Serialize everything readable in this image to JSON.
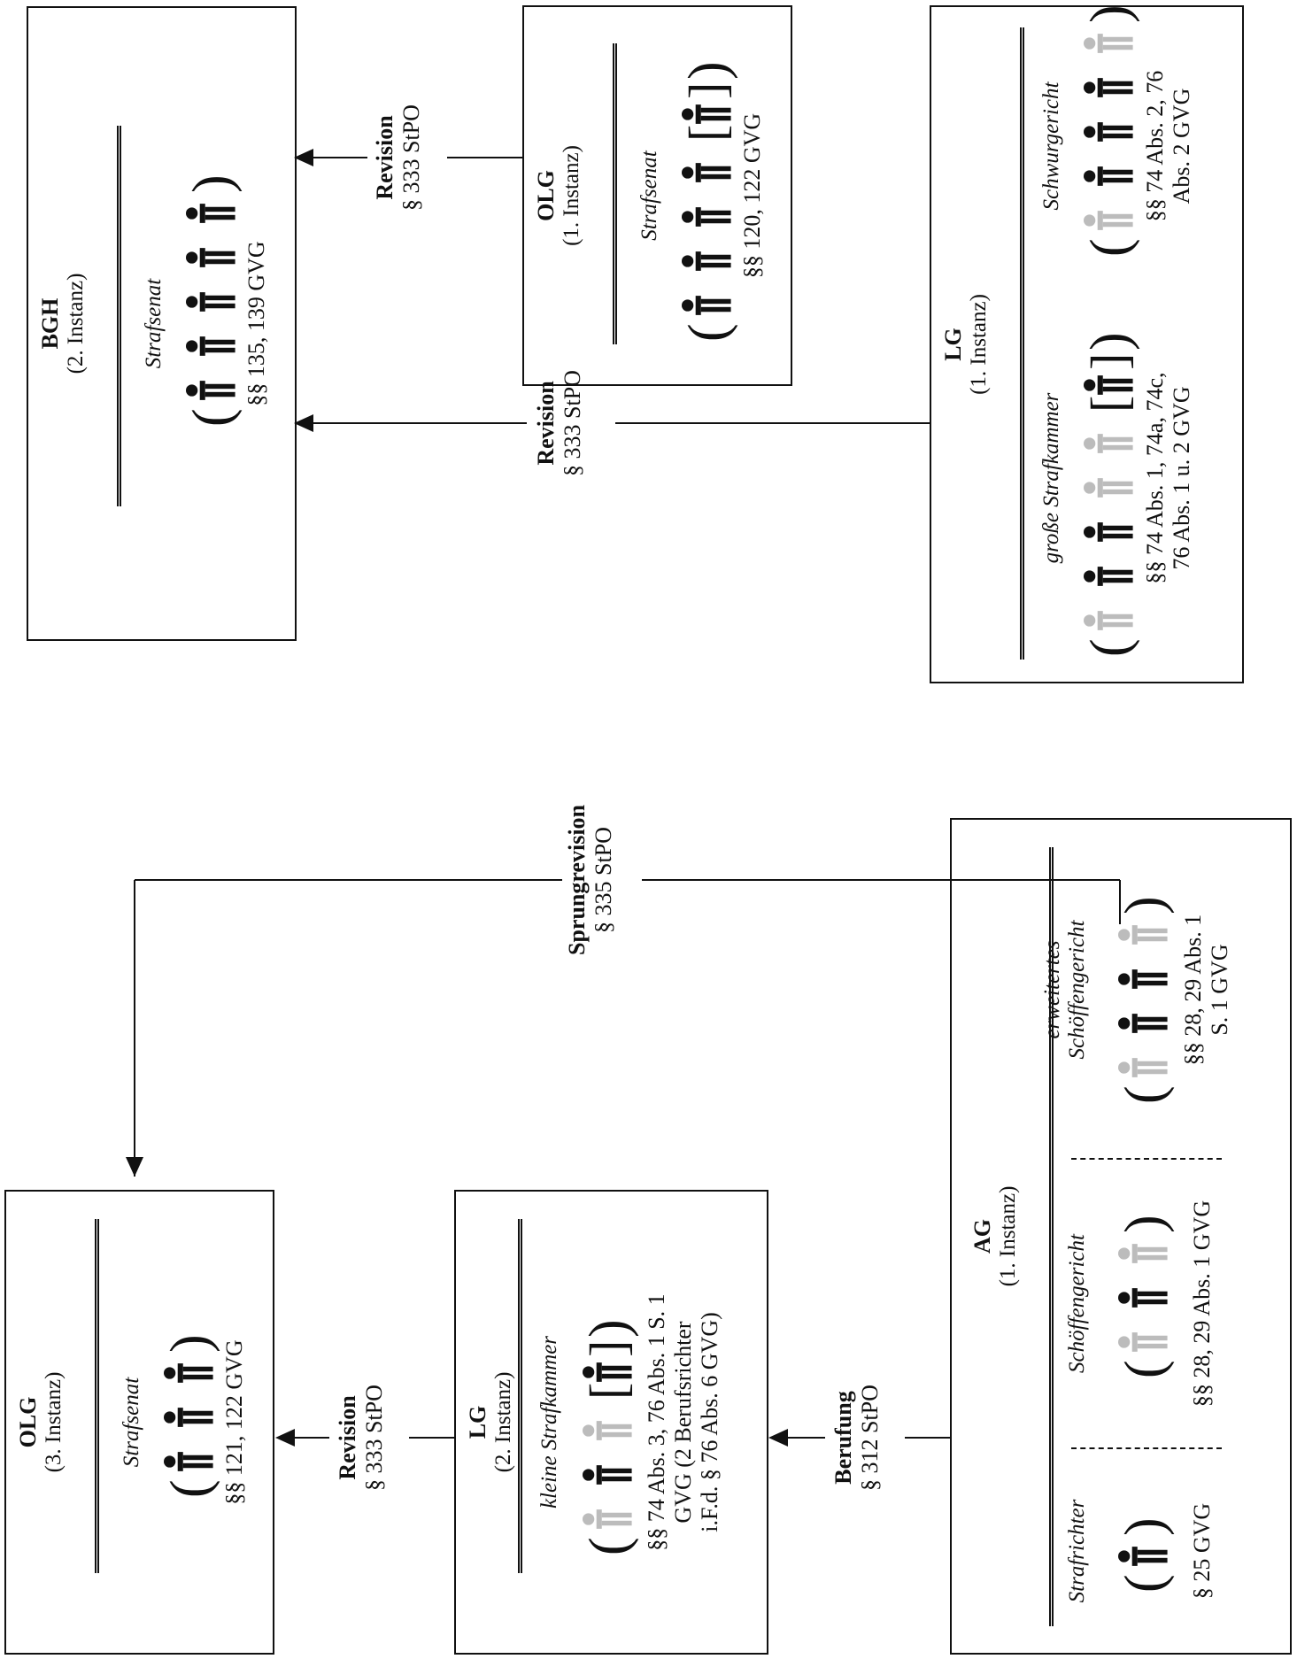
{
  "colors": {
    "dark": "#111111",
    "light": "#bcbcbc"
  },
  "bgh": {
    "name": "BGH",
    "instance": "(2. Instanz)",
    "body": "Strafsenat",
    "law": "§§ 135, 139 GVG"
  },
  "olg1": {
    "name": "OLG",
    "instance": "(1. Instanz)",
    "body": "Strafsenat",
    "law": "§§ 120, 122 GVG"
  },
  "lg1": {
    "name": "LG",
    "instance": "(1. Instanz)",
    "left_body": "große Strafkammer",
    "left_law_1": "§§ 74 Abs. 1, 74a, 74c,",
    "left_law_2": "76 Abs. 1 u. 2 GVG",
    "right_body": "Schwurgericht",
    "right_law_1": "§§ 74 Abs. 2, 76",
    "right_law_2": "Abs. 2 GVG"
  },
  "olg3": {
    "name": "OLG",
    "instance": "(3. Instanz)",
    "body": "Strafsenat",
    "law": "§§ 121, 122 GVG"
  },
  "lg2": {
    "name": "LG",
    "instance": "(2. Instanz)",
    "body": "kleine Strafkammer",
    "law_1": "§§ 74 Abs. 3, 76 Abs. 1 S. 1",
    "law_2": "GVG (2 Berufsrichter",
    "law_3": "i.F.d. § 76 Abs. 6 GVG)"
  },
  "ag": {
    "name": "AG",
    "instance": "(1. Instanz)",
    "col1_body": "Strafrichter",
    "col1_law": "§ 25 GVG",
    "col2_body": "Schöffengericht",
    "col2_law": "§§ 28, 29 Abs. 1 GVG",
    "col3_body_1": "erweitertes",
    "col3_body_2": "Schöffengericht",
    "col3_law_1": "§§ 28, 29 Abs. 1",
    "col3_law_2": "S. 1 GVG"
  },
  "arrows": {
    "revision_olg_bgh": {
      "label": "Revision",
      "law": "§ 333 StPO"
    },
    "revision_lg_bgh": {
      "label": "Revision",
      "law": "§ 333 StPO"
    },
    "sprungrevision": {
      "label": "Sprungrevision",
      "law": "§ 335 StPO"
    },
    "revision_lg_olg": {
      "label": "Revision",
      "law": "§ 333 StPO"
    },
    "berufung": {
      "label": "Berufung",
      "law": "§ 312 StPO"
    }
  },
  "judge_groups": {
    "bgh": [
      "dark",
      "dark",
      "dark",
      "dark",
      "dark"
    ],
    "olg1": [
      "dark",
      "dark",
      "dark",
      "dark",
      "dark-bracket"
    ],
    "lg1_left": [
      "light",
      "dark",
      "dark",
      "light",
      "light",
      "dark-bracket"
    ],
    "lg1_right": [
      "light",
      "dark",
      "dark",
      "dark",
      "light"
    ],
    "olg3": [
      "dark",
      "dark",
      "dark"
    ],
    "lg2": [
      "light",
      "dark",
      "light",
      "dark-bracket"
    ],
    "ag_col1": [
      "dark"
    ],
    "ag_col2": [
      "light",
      "dark",
      "light"
    ],
    "ag_col3": [
      "light",
      "dark",
      "dark",
      "light"
    ]
  }
}
